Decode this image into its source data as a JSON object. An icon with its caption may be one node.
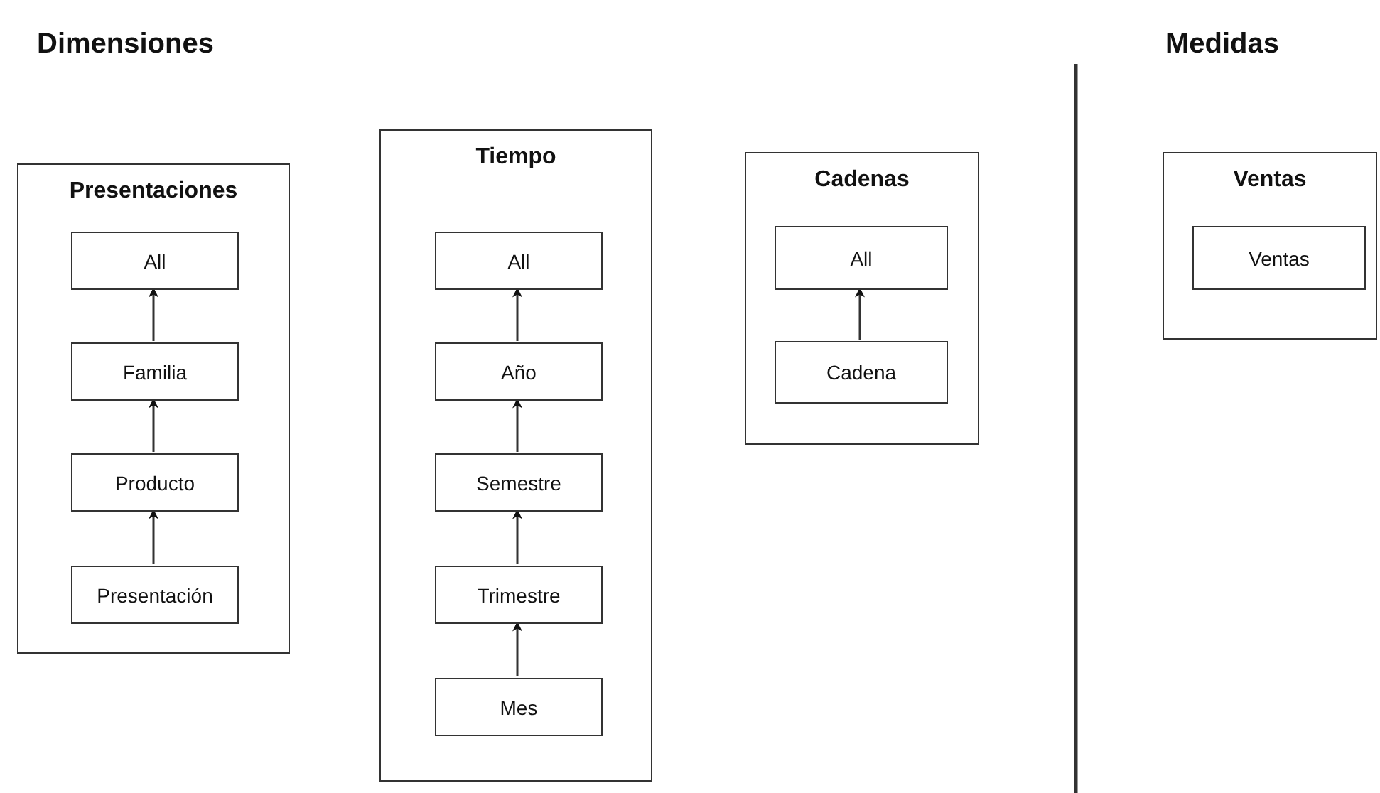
{
  "diagram": {
    "nodes": [
      {
        "text": [
          "Presentaciones"
        ]
      },
      {
        "text": [
          "All"
        ],
        "in": 0
      },
      {
        "text": [
          "Familia"
        ],
        "in": 0
      },
      {
        "text": [
          "Producto"
        ],
        "in": 0
      },
      {
        "text": [
          "Presentación"
        ],
        "in": 0
      },
      {
        "text": [
          "Tiempo"
        ]
      },
      {
        "text": [
          "All"
        ],
        "in": 5
      },
      {
        "text": [
          "Año"
        ],
        "in": 5
      },
      {
        "text": [
          "Semestre"
        ],
        "in": 5
      },
      {
        "text": [
          "Trimestre"
        ],
        "in": 5
      },
      {
        "text": [
          "Mes"
        ],
        "in": 5
      },
      {
        "text": [
          "Cadenas"
        ]
      },
      {
        "text": [
          "All"
        ],
        "in": 11
      },
      {
        "text": [
          "Cadena"
        ],
        "in": 11
      },
      {
        "text": [
          "Ventas"
        ]
      },
      {
        "text": [
          "Ventas"
        ],
        "in": 14
      }
    ],
    "edges": [
      {
        "from": 2,
        "to": 1,
        "arrow": "to"
      },
      {
        "from": 3,
        "to": 2,
        "arrow": "to"
      },
      {
        "from": 4,
        "to": 3,
        "arrow": "to"
      },
      {
        "from": 7,
        "to": 6,
        "arrow": "to"
      },
      {
        "from": 8,
        "to": 7,
        "arrow": "to"
      },
      {
        "from": 9,
        "to": 8,
        "arrow": "to"
      },
      {
        "from": 10,
        "to": 9,
        "arrow": "to"
      },
      {
        "from": 13,
        "to": 12,
        "arrow": "to"
      }
    ],
    "labels": [
      "Dimensiones",
      "Medidas"
    ]
  }
}
